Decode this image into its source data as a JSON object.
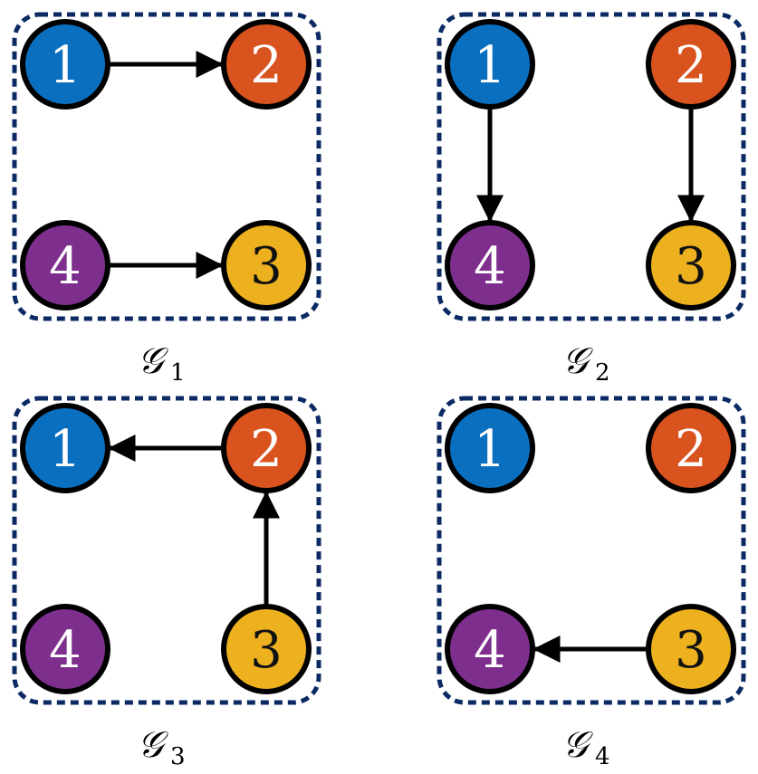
{
  "colors": {
    "node_1": "#0a6fbf",
    "node_2": "#d9531e",
    "node_3": "#edb120",
    "node_4": "#7e2f8e",
    "box_border": "#0b2a63",
    "edge": "#000000"
  },
  "nodes": [
    {
      "id": "1",
      "label": "1",
      "color_key": "node_1"
    },
    {
      "id": "2",
      "label": "2",
      "color_key": "node_2"
    },
    {
      "id": "3",
      "label": "3",
      "color_key": "node_3"
    },
    {
      "id": "4",
      "label": "4",
      "color_key": "node_4"
    }
  ],
  "graphs": [
    {
      "caption": "𝒢",
      "subscript": "1",
      "edges": [
        {
          "from": "1",
          "to": "2"
        },
        {
          "from": "4",
          "to": "3"
        }
      ]
    },
    {
      "caption": "𝒢",
      "subscript": "2",
      "edges": [
        {
          "from": "1",
          "to": "4"
        },
        {
          "from": "2",
          "to": "3"
        }
      ]
    },
    {
      "caption": "𝒢",
      "subscript": "3",
      "edges": [
        {
          "from": "2",
          "to": "1"
        },
        {
          "from": "3",
          "to": "2"
        }
      ]
    },
    {
      "caption": "𝒢",
      "subscript": "4",
      "edges": [
        {
          "from": "3",
          "to": "4"
        }
      ]
    }
  ]
}
